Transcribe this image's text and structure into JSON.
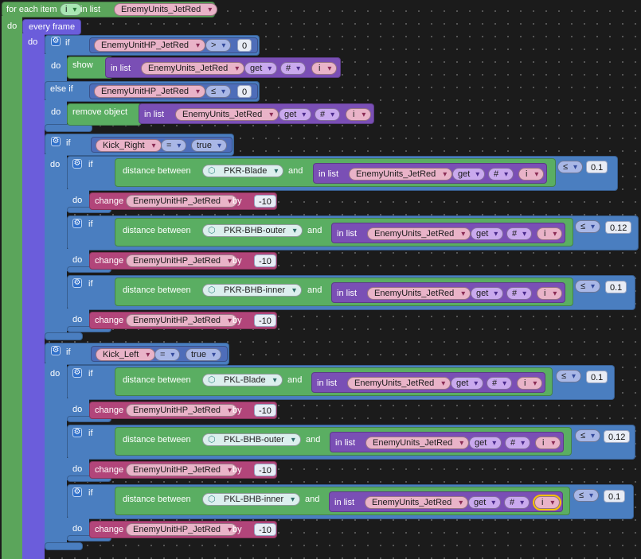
{
  "loop": {
    "header": "for each item",
    "var": "i",
    "in_list": "in list",
    "list": "EnemyUnits_JetRed",
    "do": "do",
    "every_frame": "every frame"
  },
  "kw": {
    "if": "if",
    "do": "do",
    "else_if": "else if",
    "show": "show",
    "remove_object": "remove object",
    "in_list": "in list",
    "get": "get",
    "hash": "#",
    "i": "i",
    "distance_between": "distance between",
    "and": "and",
    "change": "change",
    "by": "by"
  },
  "vars": {
    "hp": "EnemyUnitHP_JetRed",
    "list": "EnemyUnits_JetRed",
    "kick_right": "Kick_Right",
    "kick_left": "Kick_Left",
    "true": "true"
  },
  "ops": {
    "gt": ">",
    "le": "≤",
    "eq": "="
  },
  "nums": {
    "zero": "0",
    "minus10": "-10",
    "d01": "0.1",
    "d012": "0.12"
  },
  "objects": {
    "pkr_blade": "PKR-Blade",
    "pkr_bhb_outer": "PKR-BHB-outer",
    "pkr_bhb_inner": "PKR-BHB-inner",
    "pkl_blade": "PKL-Blade",
    "pkl_bhb_outer": "PKL-BHB-outer",
    "pkl_bhb_inner": "PKL-BHB-inner"
  },
  "colors": {
    "loop_green": "#5ba55b",
    "event_purple": "#6b5ddb",
    "logic_blue": "#4a7ec0",
    "math_green": "#5aae62",
    "list_purple": "#7a4fb5",
    "var_pink": "#b2457a",
    "highlight": "#f7c200"
  }
}
